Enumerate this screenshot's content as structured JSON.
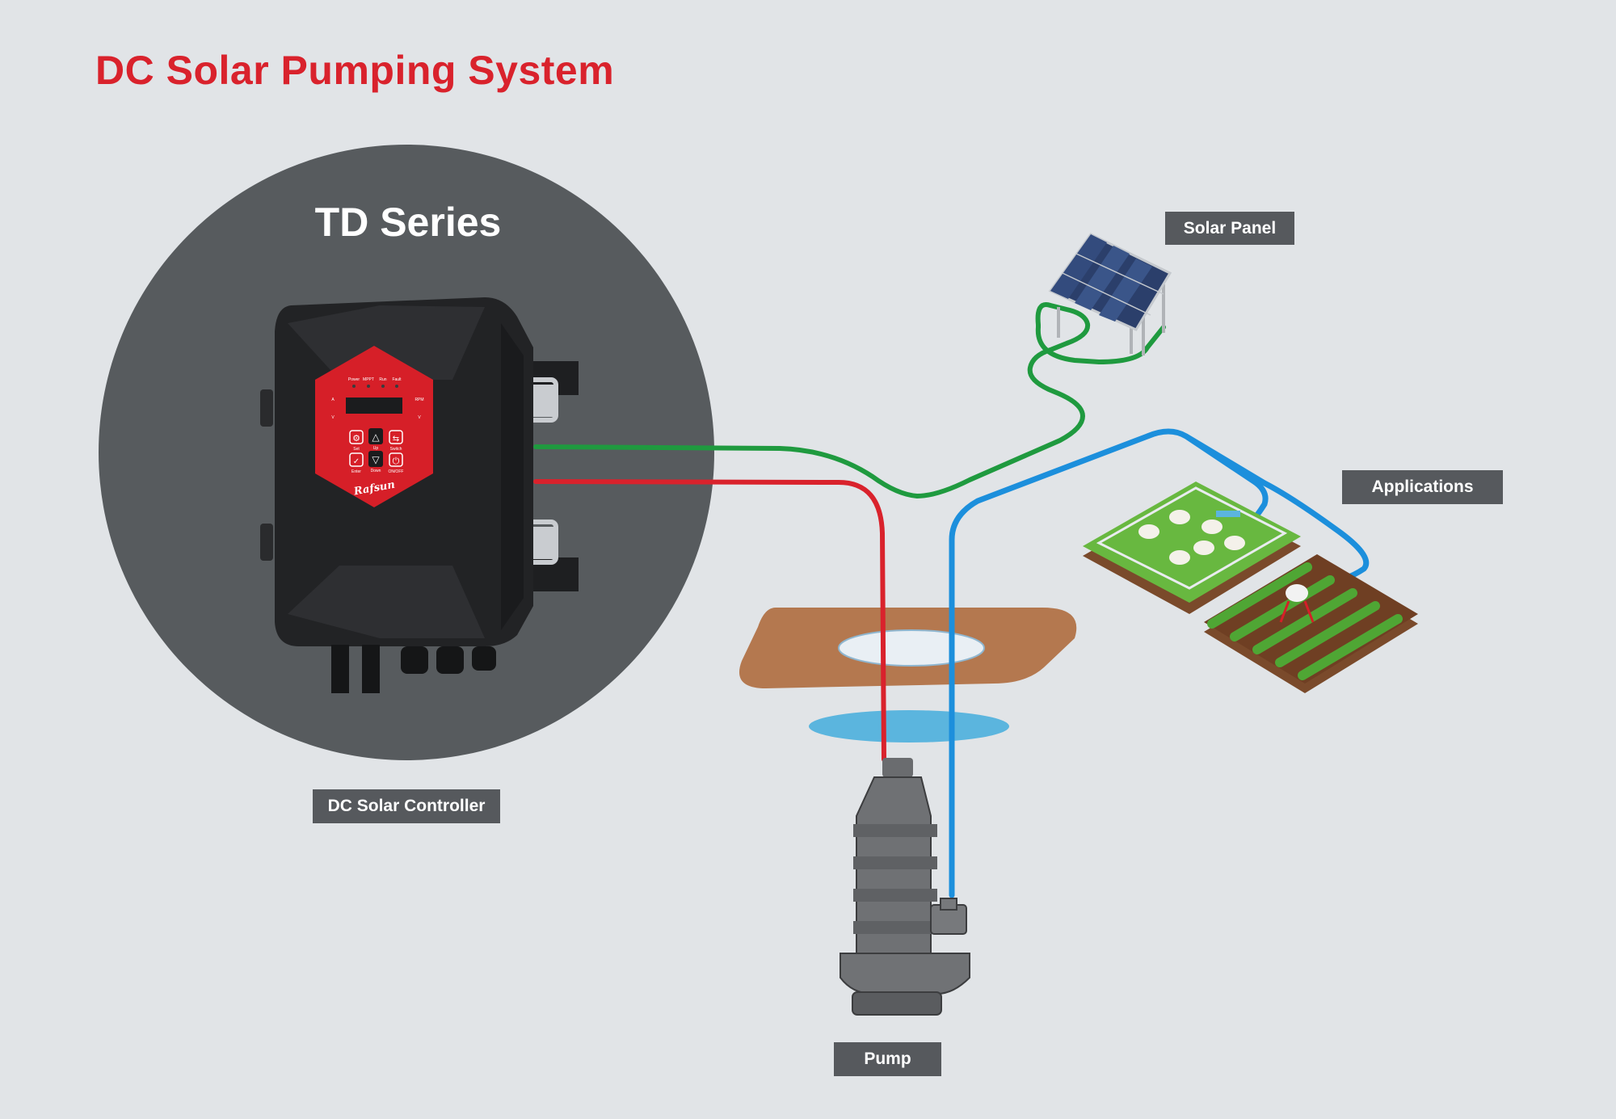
{
  "page": {
    "title": "DC Solar Pumping System"
  },
  "controller": {
    "series_title": "TD Series",
    "label": "DC Solar Controller",
    "led_labels": [
      "Power",
      "MPPT",
      "Run",
      "Fault"
    ],
    "key_labels": [
      "Set",
      "Up",
      "Switch",
      "Enter",
      "Down",
      "ON/OFF"
    ],
    "indicator_left": [
      "A",
      "V"
    ],
    "indicator_right": [
      "RPM",
      "V"
    ],
    "brand": "Rafsun"
  },
  "components": {
    "solar_panel_label": "Solar Panel",
    "applications_label": "Applications",
    "pump_label": "Pump"
  },
  "colors": {
    "title_red": "#d9222c",
    "label_bg": "#56595d",
    "circle_bg": "#575b5e",
    "background": "#e1e4e7",
    "pv_cable_green": "#1f9a3f",
    "power_cable_red": "#d9222c",
    "water_pipe_blue": "#1c8fdc",
    "soil_brown": "#b4784f",
    "water_blue": "#5bb5de"
  },
  "icons": {
    "controller": "solar-controller-icon",
    "solar_panel": "solar-panel-icon",
    "farm": "livestock-farm-icon",
    "field": "irrigated-field-icon",
    "pump": "submersible-pump-icon"
  }
}
